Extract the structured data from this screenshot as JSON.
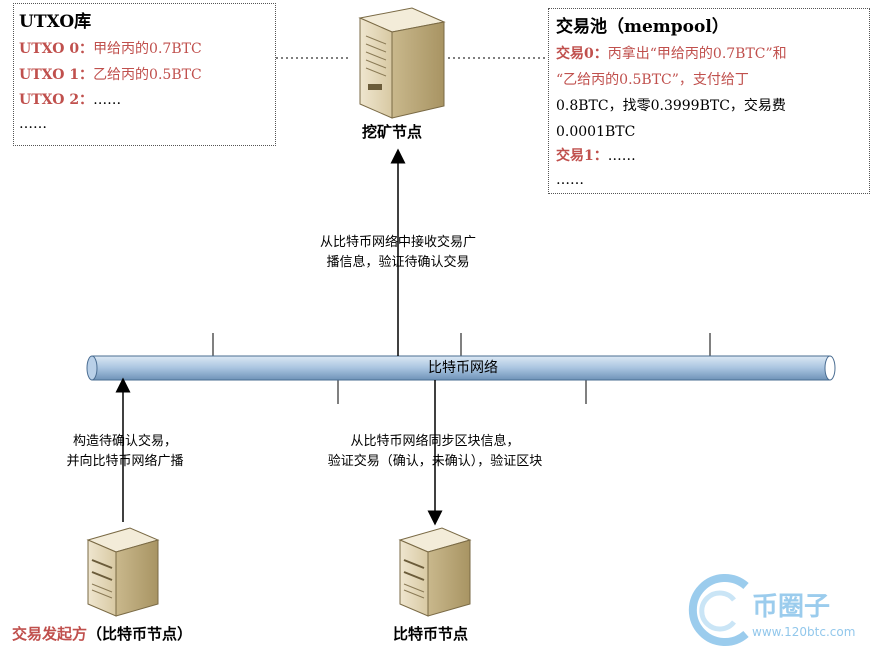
{
  "utxo_box": {
    "title": "UTXO库",
    "items": [
      {
        "key": "UTXO 0：",
        "text": "甲给丙的0.7BTC"
      },
      {
        "key": "UTXO 1：",
        "text": "乙给丙的0.5BTC"
      },
      {
        "key": "UTXO 2：",
        "text": "……"
      },
      {
        "key": "",
        "text": "……"
      }
    ]
  },
  "mempool_box": {
    "title": "交易池（mempool）",
    "tx0_key": "交易0：",
    "tx0_lines": [
      "丙拿出“甲给丙的0.7BTC”和",
      "“乙给丙的0.5BTC”，支付给丁",
      "0.8BTC，找零0.3999BTC，交易费",
      "0.0001BTC"
    ],
    "tx1_key": "交易1：",
    "tx1_text": "……",
    "tail": "……"
  },
  "nodes": {
    "mining": "挖矿节点",
    "initiator_red": "交易发起方",
    "initiator_rest": "（比特币节点）",
    "bitcoin_node": "比特币节点"
  },
  "network_label": "比特币网络",
  "edges": {
    "to_miner": [
      "从比特币网络中接收交易广",
      "播信息，验证待确认交易"
    ],
    "from_initiator": [
      "构造待确认交易，",
      "并向比特币网络广播"
    ],
    "to_node": [
      "从比特币网络同步区块信息，",
      "验证交易（确认，未确认），验证区块"
    ]
  },
  "watermark": {
    "name": "币圈子",
    "url": "www.120btc.com"
  },
  "colors": {
    "accent_red": "#c0504d",
    "pipe": "#a9c4e0"
  }
}
